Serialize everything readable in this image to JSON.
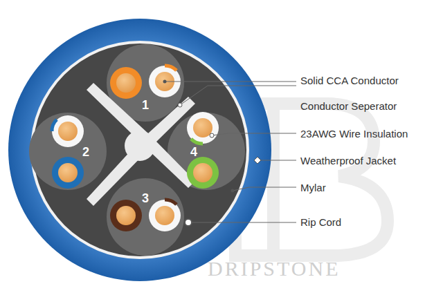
{
  "diagram": {
    "labels": [
      "1",
      "2",
      "3",
      "4",
      "Solid CCA Conductor",
      "Conductor Seperator",
      "23AWG Wire Insulation",
      "Weatherproof Jacket",
      "Mylar",
      "Rip Cord",
      "DRIPSTONE"
    ]
  }
}
